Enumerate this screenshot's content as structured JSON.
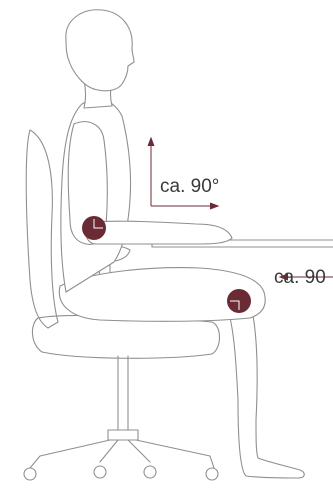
{
  "diagram": {
    "labels": {
      "elbow_angle": "ca. 90°",
      "knee_angle": "ca. 90"
    },
    "colors": {
      "outline": "#8f8f8f",
      "joint": "#6b2b34",
      "arrow": "#6b2b34",
      "text": "#3a3a3a",
      "background": "#ffffff"
    },
    "parts": [
      "person",
      "office-chair",
      "desk",
      "elbow-joint",
      "knee-joint",
      "angle-marker-arrows"
    ]
  }
}
